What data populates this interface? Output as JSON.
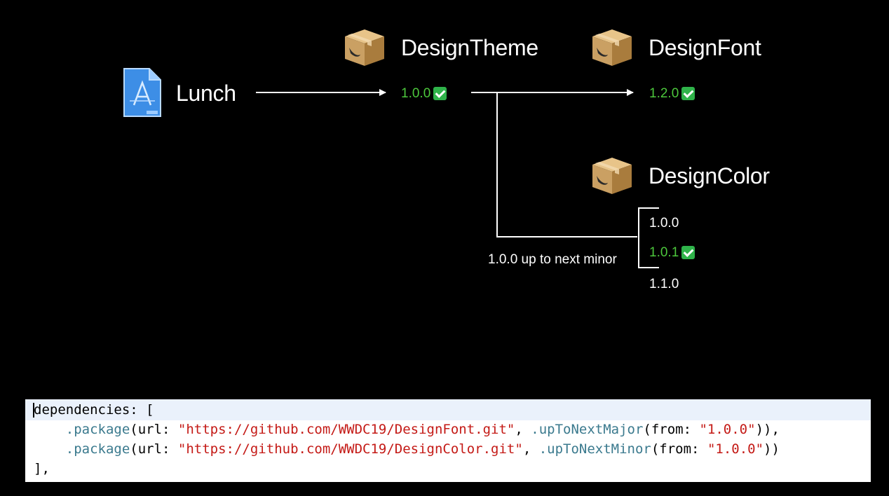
{
  "nodes": {
    "lunch": {
      "name": "Lunch",
      "icon": "xcode-project-file-icon"
    },
    "design_theme": {
      "name": "DesignTheme",
      "icon": "swift-package-box-icon",
      "version": "1.0.0"
    },
    "design_font": {
      "name": "DesignFont",
      "icon": "swift-package-box-icon",
      "version": "1.2.0"
    },
    "design_color": {
      "name": "DesignColor",
      "icon": "swift-package-box-icon",
      "versions": [
        {
          "label": "1.0.0",
          "selected": false
        },
        {
          "label": "1.0.1",
          "selected": true
        },
        {
          "label": "1.1.0",
          "selected": false
        }
      ]
    }
  },
  "edge_labels": {
    "theme_to_color": "1.0.0 up to next minor"
  },
  "colors": {
    "selected_version": "#4cc73c",
    "check": "#2fb34a",
    "background": "#000000"
  },
  "code": {
    "lines": [
      [
        {
          "t": "dependencies: [",
          "c": "plain"
        }
      ],
      [
        {
          "t": "    ",
          "c": "plain"
        },
        {
          "t": ".package",
          "c": "fn"
        },
        {
          "t": "(url: ",
          "c": "plain"
        },
        {
          "t": "\"https://github.com/WWDC19/DesignFont.git\"",
          "c": "str"
        },
        {
          "t": ", ",
          "c": "plain"
        },
        {
          "t": ".upToNextMajor",
          "c": "fn"
        },
        {
          "t": "(from: ",
          "c": "plain"
        },
        {
          "t": "\"1.0.0\"",
          "c": "str"
        },
        {
          "t": ")),",
          "c": "plain"
        }
      ],
      [
        {
          "t": "    ",
          "c": "plain"
        },
        {
          "t": ".package",
          "c": "fn"
        },
        {
          "t": "(url: ",
          "c": "plain"
        },
        {
          "t": "\"https://github.com/WWDC19/DesignColor.git\"",
          "c": "str"
        },
        {
          "t": ", ",
          "c": "plain"
        },
        {
          "t": ".upToNextMinor",
          "c": "fn"
        },
        {
          "t": "(from: ",
          "c": "plain"
        },
        {
          "t": "\"1.0.0\"",
          "c": "str"
        },
        {
          "t": "))",
          "c": "plain"
        }
      ],
      [
        {
          "t": "],",
          "c": "plain"
        }
      ]
    ]
  }
}
